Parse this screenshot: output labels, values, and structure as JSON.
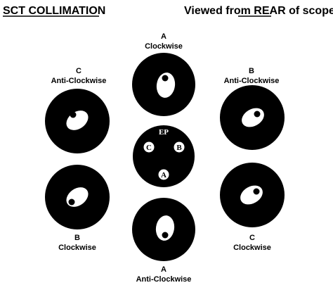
{
  "header": {
    "title": "SCT COLLIMATION",
    "view_prefix": "Viewed from ",
    "view_emphasis": "REAR",
    "view_suffix": " of scope"
  },
  "diagrams": {
    "top": {
      "screw": "A",
      "direction": "Clockwise"
    },
    "upper_left": {
      "screw": "C",
      "direction": "Anti-Clockwise"
    },
    "upper_right": {
      "screw": "B",
      "direction": "Anti-Clockwise"
    },
    "lower_left": {
      "screw": "B",
      "direction": "Clockwise"
    },
    "lower_right": {
      "screw": "C",
      "direction": "Clockwise"
    },
    "bottom": {
      "screw": "A",
      "direction": "Anti-Clockwise"
    }
  },
  "center": {
    "ep_label": "EP",
    "screws": {
      "c": "C",
      "b": "B",
      "a": "A"
    }
  },
  "colors": {
    "ink": "#000000",
    "paper": "#ffffff"
  }
}
